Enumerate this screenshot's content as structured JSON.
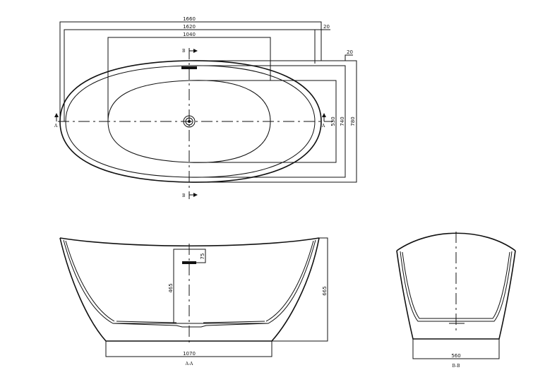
{
  "top_view": {
    "dim_overall_length": "1660",
    "dim_rim_length": "1620",
    "dim_basin_length": "1040",
    "dim_offset_right": "20",
    "dim_offset_top": "20",
    "dim_basin_width": "530",
    "dim_rim_width": "740",
    "dim_overall_width": "780",
    "section_a_left": "A",
    "section_a_right": "A",
    "section_b_top": "B",
    "section_b_bottom": "B"
  },
  "front_view": {
    "dim_overflow": "75",
    "dim_depth": "465",
    "dim_height": "665",
    "dim_base_length": "1070",
    "caption": "A-A"
  },
  "side_view": {
    "dim_base_width": "560",
    "caption": "B-B"
  }
}
